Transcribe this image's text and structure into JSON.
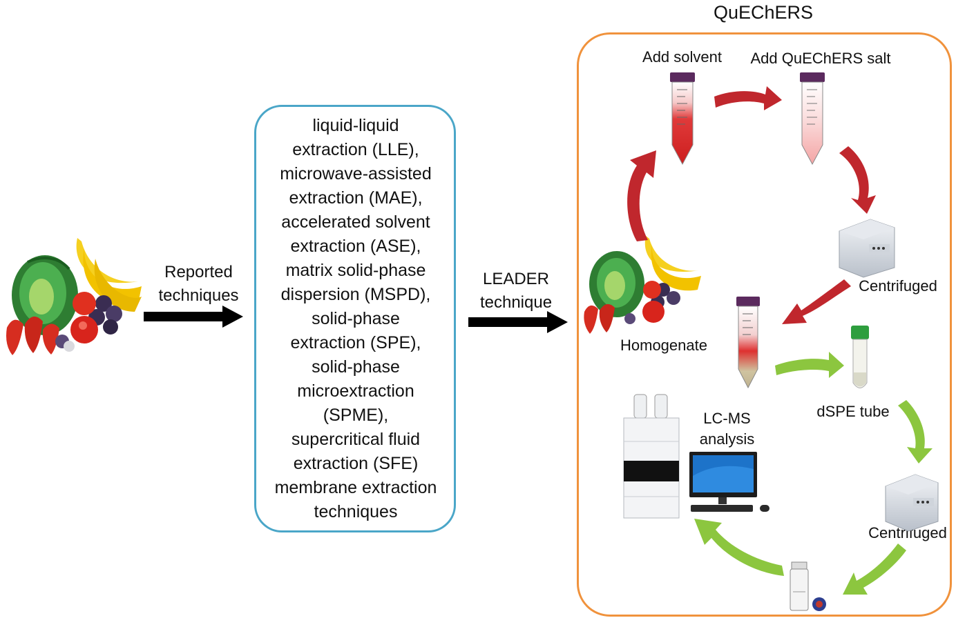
{
  "reported_label_line1": "Reported",
  "reported_label_line2": "techniques",
  "leader_label_line1": "LEADER",
  "leader_label_line2": "technique",
  "techniques": [
    "liquid-liquid",
    "extraction (LLE),",
    "microwave-assisted",
    "extraction (MAE),",
    "accelerated solvent",
    "extraction (ASE),",
    "matrix solid-phase",
    "dispersion (MSPD),",
    "solid-phase",
    "extraction (SPE),",
    "solid-phase",
    "microextraction",
    "(SPME),",
    "supercritical fluid",
    "extraction (SFE)",
    "membrane extraction",
    "techniques"
  ],
  "quechers": {
    "title": "QuEChERS",
    "add_solvent": "Add solvent",
    "add_salt": "Add QuEChERS salt",
    "centrifuged_1": "Centrifuged",
    "homogenate": "Homogenate",
    "dspe_tube": "dSPE tube",
    "lcms_line1": "LC-MS",
    "lcms_line2": "analysis",
    "centrifuged_2": "Centrifuged"
  },
  "colors": {
    "techniques_border": "#4aa6c8",
    "quechers_border": "#f0923c",
    "red_arrow": "#c0272d",
    "green_arrow": "#8cc63f",
    "black_arrow": "#000000"
  },
  "icons": [
    "fruit-vegetable-illustration",
    "centrifuge-tube-red",
    "centrifuge-tube-pink",
    "centrifuge-machine",
    "dspe-tube",
    "sample-vial",
    "lc-ms-instrument",
    "computer-monitor"
  ]
}
